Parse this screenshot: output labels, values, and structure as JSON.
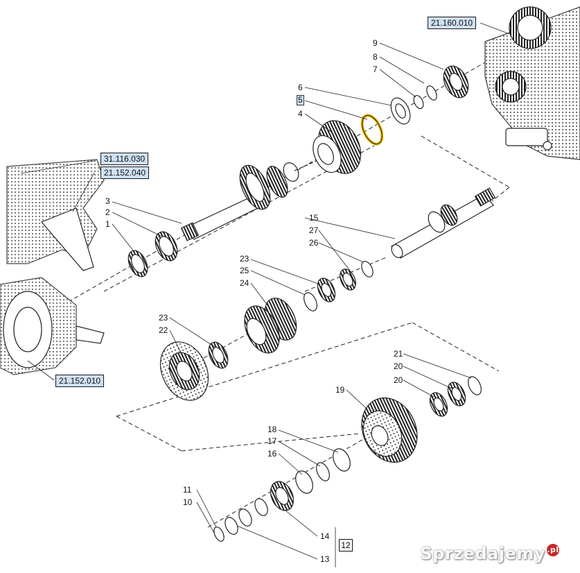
{
  "references": {
    "r160010": "21.160.010",
    "r116030": "31.116.030",
    "r152040": "21.152.040",
    "r152010": "21.152.010"
  },
  "labels": {
    "n1": "1",
    "n2": "2",
    "n3": "3",
    "n4": "4",
    "n5": "5",
    "n6": "6",
    "n7": "7",
    "n8": "8",
    "n9": "9",
    "n10": "10",
    "n11": "11",
    "n12": "12",
    "n13": "13",
    "n14": "14",
    "n15": "15",
    "n16": "16",
    "n17": "17",
    "n18": "18",
    "n19": "19",
    "n20a": "20",
    "n20b": "20",
    "n21": "21",
    "n22": "22",
    "n23a": "23",
    "n23b": "23",
    "n24": "24",
    "n25": "25",
    "n26": "26",
    "n27": "27"
  },
  "highlighted_part": "5",
  "watermark": {
    "text": "Sprzedajemy",
    "suffix": ".pl"
  },
  "colors": {
    "ref_box_fill": "#cfe0f2",
    "highlight_ring": "#e8b400",
    "line": "#1a1a1a"
  }
}
